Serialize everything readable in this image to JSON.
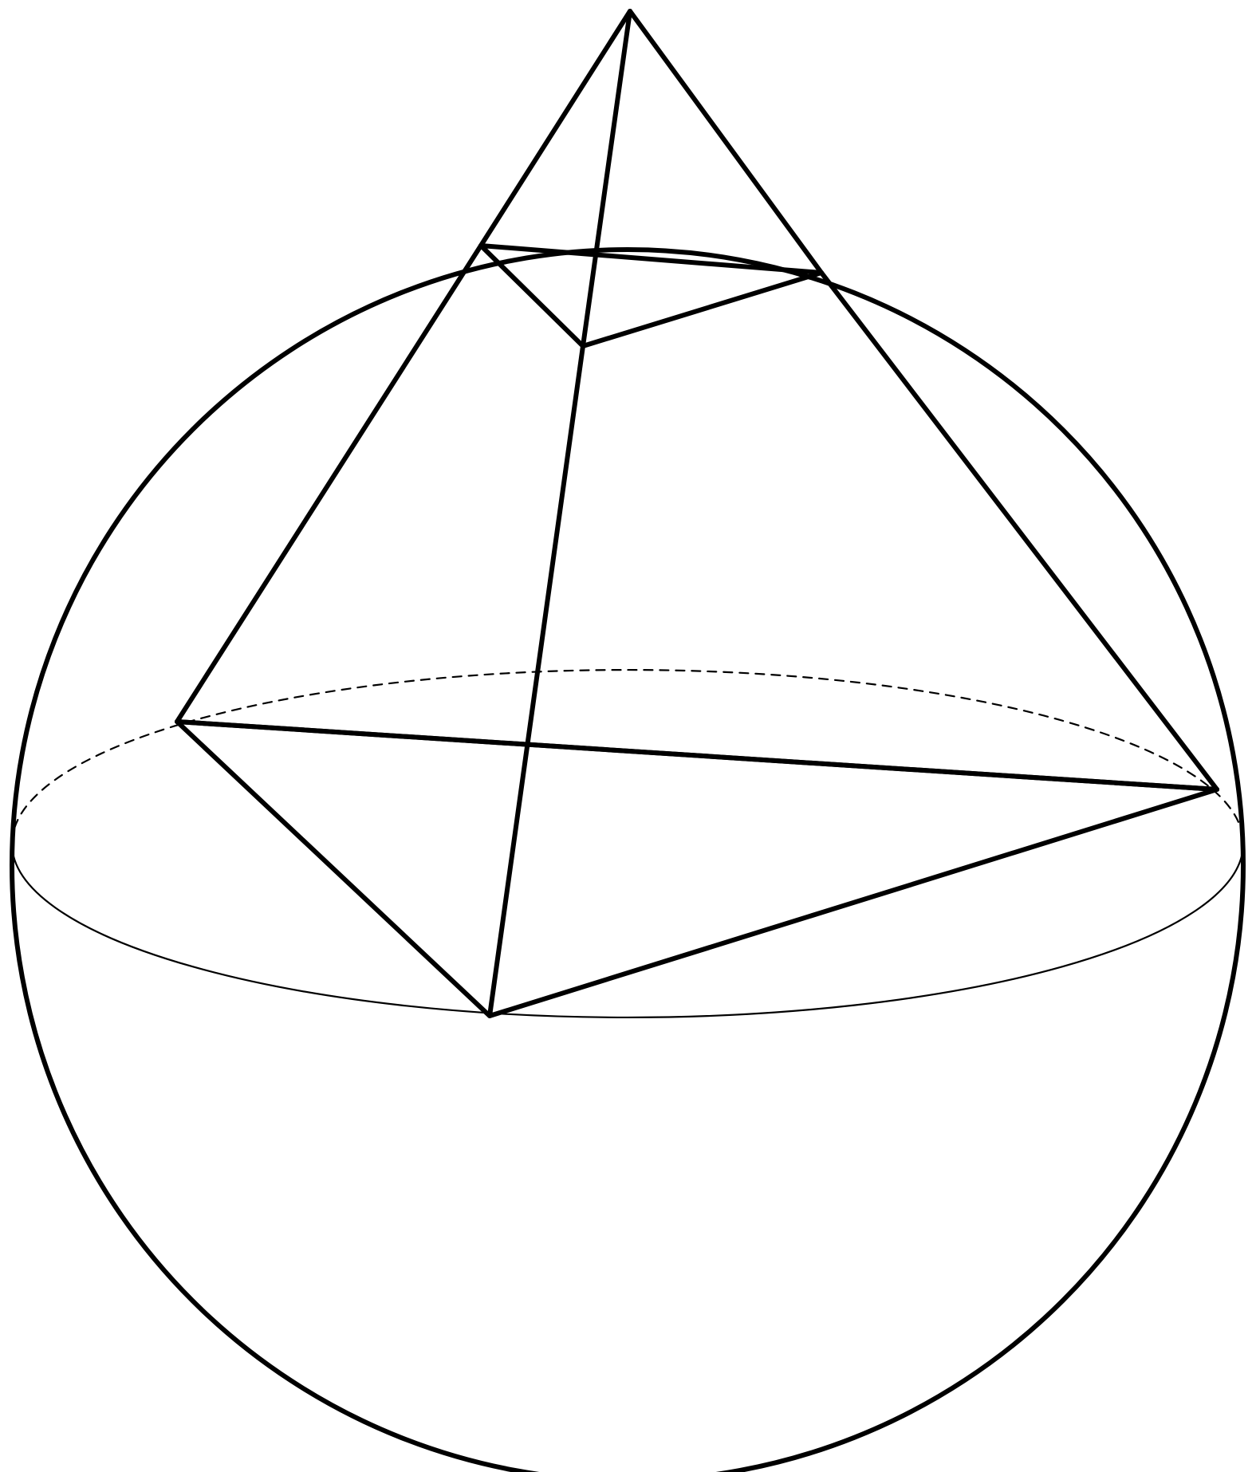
{
  "diagram": {
    "colors": {
      "stroke": "#000000",
      "background": "#ffffff"
    },
    "elements": [
      "sphere-outline",
      "equator-front",
      "equator-back-dashed",
      "base-square",
      "top-square",
      "frustum-lateral-edges",
      "apex-extension-lines"
    ]
  }
}
